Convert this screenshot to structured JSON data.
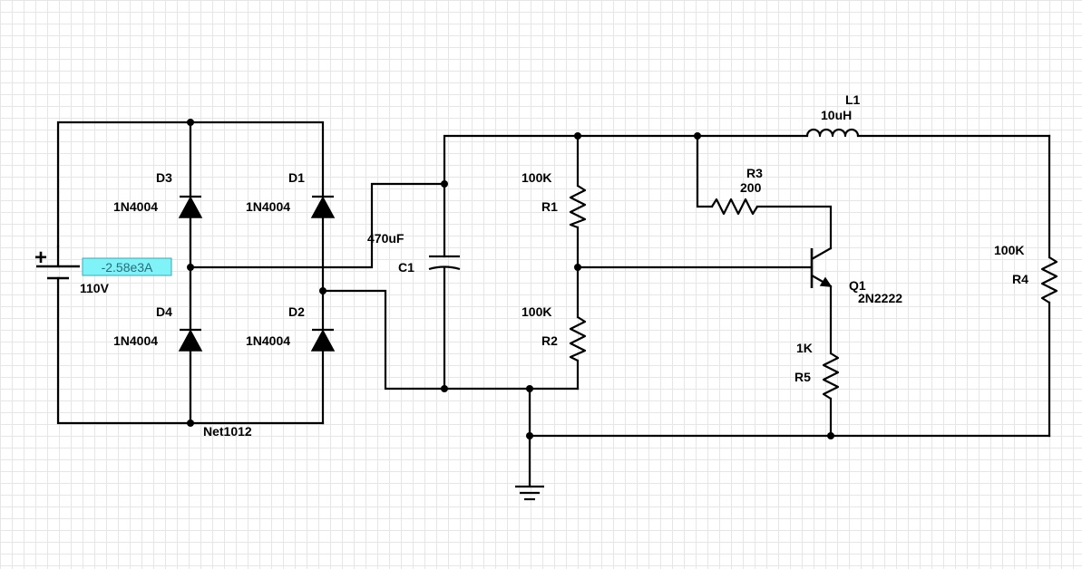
{
  "colors": {
    "probe_bg": "#7ff3f7",
    "probe_border": "#3aa8b8",
    "wire": "#000000",
    "grid": "#e6e6e6"
  },
  "source": {
    "value": "110V",
    "polarity": "+",
    "probe": "-2.58e3A"
  },
  "diodes": [
    {
      "ref": "D3",
      "part": "1N4004"
    },
    {
      "ref": "D1",
      "part": "1N4004"
    },
    {
      "ref": "D4",
      "part": "1N4004"
    },
    {
      "ref": "D2",
      "part": "1N4004"
    }
  ],
  "net_label": "Net1012",
  "capacitor": {
    "ref": "C1",
    "value": "470uF"
  },
  "resistors": {
    "r1": {
      "ref": "R1",
      "value": "100K"
    },
    "r2": {
      "ref": "R2",
      "value": "100K"
    },
    "r3": {
      "ref": "R3",
      "value": "200"
    },
    "r4": {
      "ref": "R4",
      "value": "100K"
    },
    "r5": {
      "ref": "R5",
      "value": "1K"
    }
  },
  "inductor": {
    "ref": "L1",
    "value": "10uH"
  },
  "transistor": {
    "ref": "Q1",
    "part": "2N2222"
  }
}
